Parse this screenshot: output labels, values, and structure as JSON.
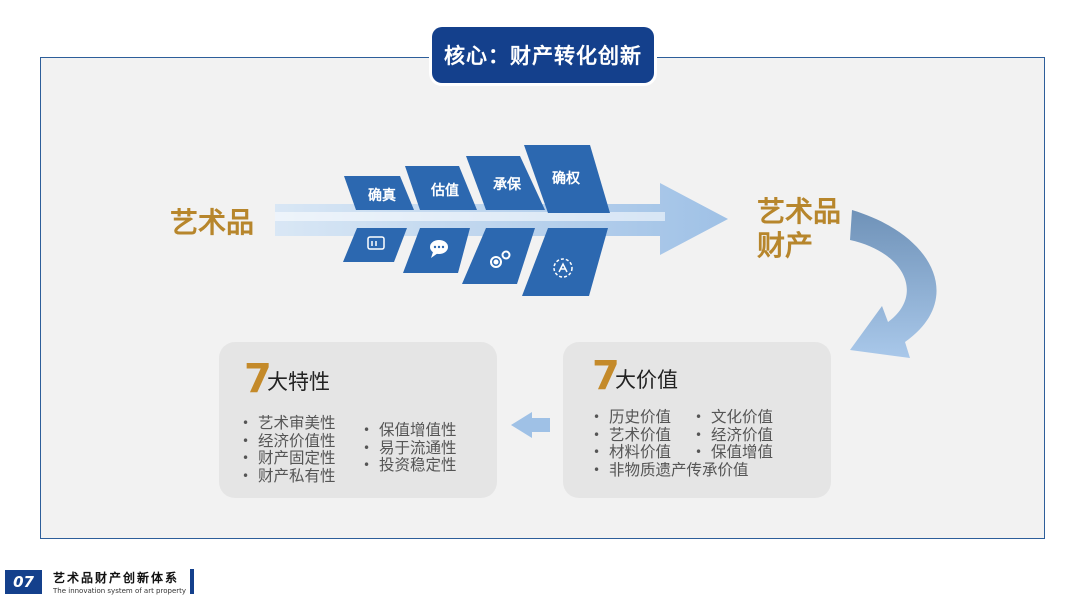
{
  "title": "核心：财产转化创新",
  "flow": {
    "source": "艺术品",
    "target": [
      "艺术品",
      "财产"
    ],
    "stages": [
      "确真",
      "估值",
      "承保",
      "确权"
    ],
    "stage_icons": [
      "id-card-icon",
      "chat-bubble-icon",
      "gears-icon",
      "rights-shield-icon"
    ]
  },
  "cards": {
    "features": {
      "number": "7",
      "title": "大特性",
      "col1": [
        "艺术审美性",
        "经济价值性",
        "财产固定性",
        "财产私有性"
      ],
      "col2": [
        "保值增值性",
        "易于流通性",
        "投资稳定性"
      ]
    },
    "values": {
      "number": "7",
      "title": "大价值",
      "col1": [
        "历史价值",
        "艺术价值",
        "材料价值",
        "非物质遗产传承价值"
      ],
      "col2": [
        "文化价值",
        "经济价值",
        "保值增值"
      ]
    }
  },
  "footer": {
    "page_number": "07",
    "title_cn": "艺术品财产创新体系",
    "title_en": "The innovation system of art property"
  },
  "colors": {
    "navy": "#14408c",
    "segment_blue": "#2c68b0",
    "arrow_light": "#a9c8ea",
    "gold": "#b7862c",
    "card_bg": "#e5e5e5"
  }
}
